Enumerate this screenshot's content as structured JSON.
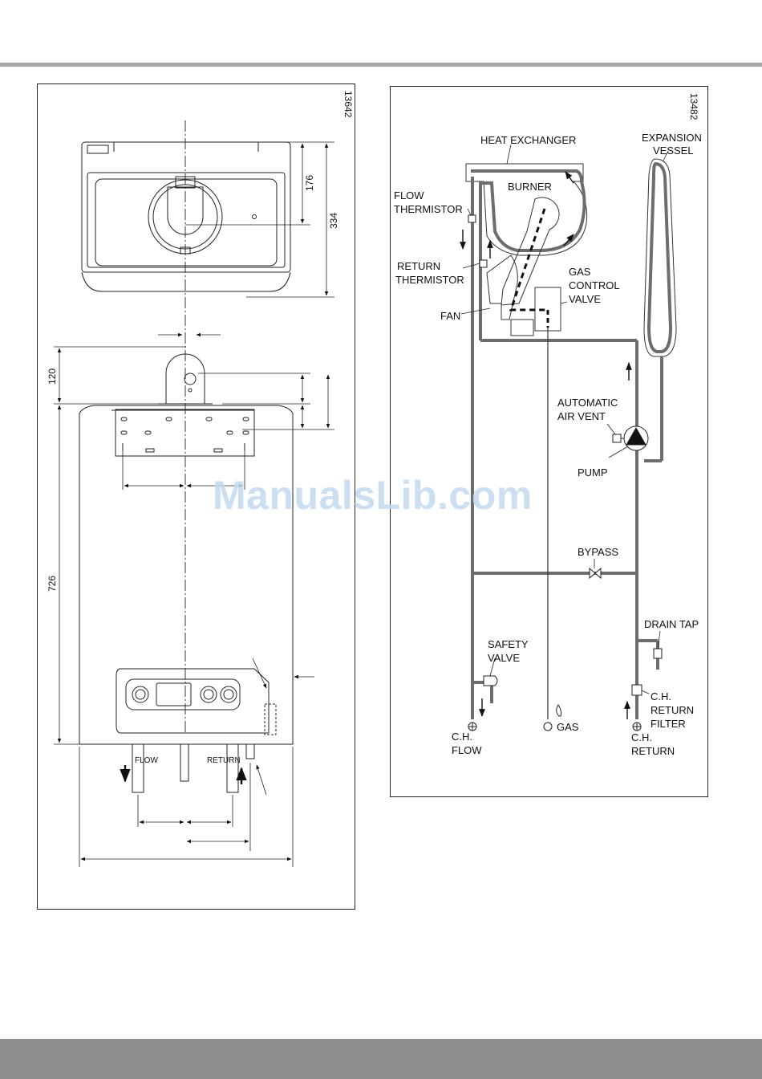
{
  "left_figure": {
    "ref": "13642",
    "dims": {
      "top_small": "176",
      "top_large": "334",
      "flue_height": "120",
      "body_height": "726"
    },
    "labels": {
      "flow": "FLOW",
      "return": "RETURN"
    }
  },
  "right_figure": {
    "ref": "13482",
    "labels": {
      "heat_exchanger": "HEAT EXCHANGER",
      "expansion_1": "EXPANSION",
      "expansion_2": "VESSEL",
      "burner": "BURNER",
      "flow_thermistor_1": "FLOW",
      "flow_thermistor_2": "THERMISTOR",
      "return_thermistor_1": "RETURN",
      "return_thermistor_2": "THERMISTOR",
      "gas_control_1": "GAS",
      "gas_control_2": "CONTROL",
      "gas_control_3": "VALVE",
      "fan": "FAN",
      "auto_air_vent_1": "AUTOMATIC",
      "auto_air_vent_2": "AIR VENT",
      "pump": "PUMP",
      "bypass": "BYPASS",
      "drain_tap": "DRAIN TAP",
      "safety_valve_1": "SAFETY",
      "safety_valve_2": "VALVE",
      "ch_return_filter_1": "C.H.",
      "ch_return_filter_2": "RETURN",
      "ch_return_filter_3": "FILTER",
      "ch_flow_1": "C.H.",
      "ch_flow_2": "FLOW",
      "gas": "GAS",
      "ch_return_1": "C.H.",
      "ch_return_2": "RETURN"
    }
  },
  "watermark": "ManualsLib.com",
  "colors": {
    "pipe": "#6d6d6d",
    "rule": "#a7a7a7",
    "band": "#8f8f8f",
    "watermark": "#c4d9ef"
  }
}
